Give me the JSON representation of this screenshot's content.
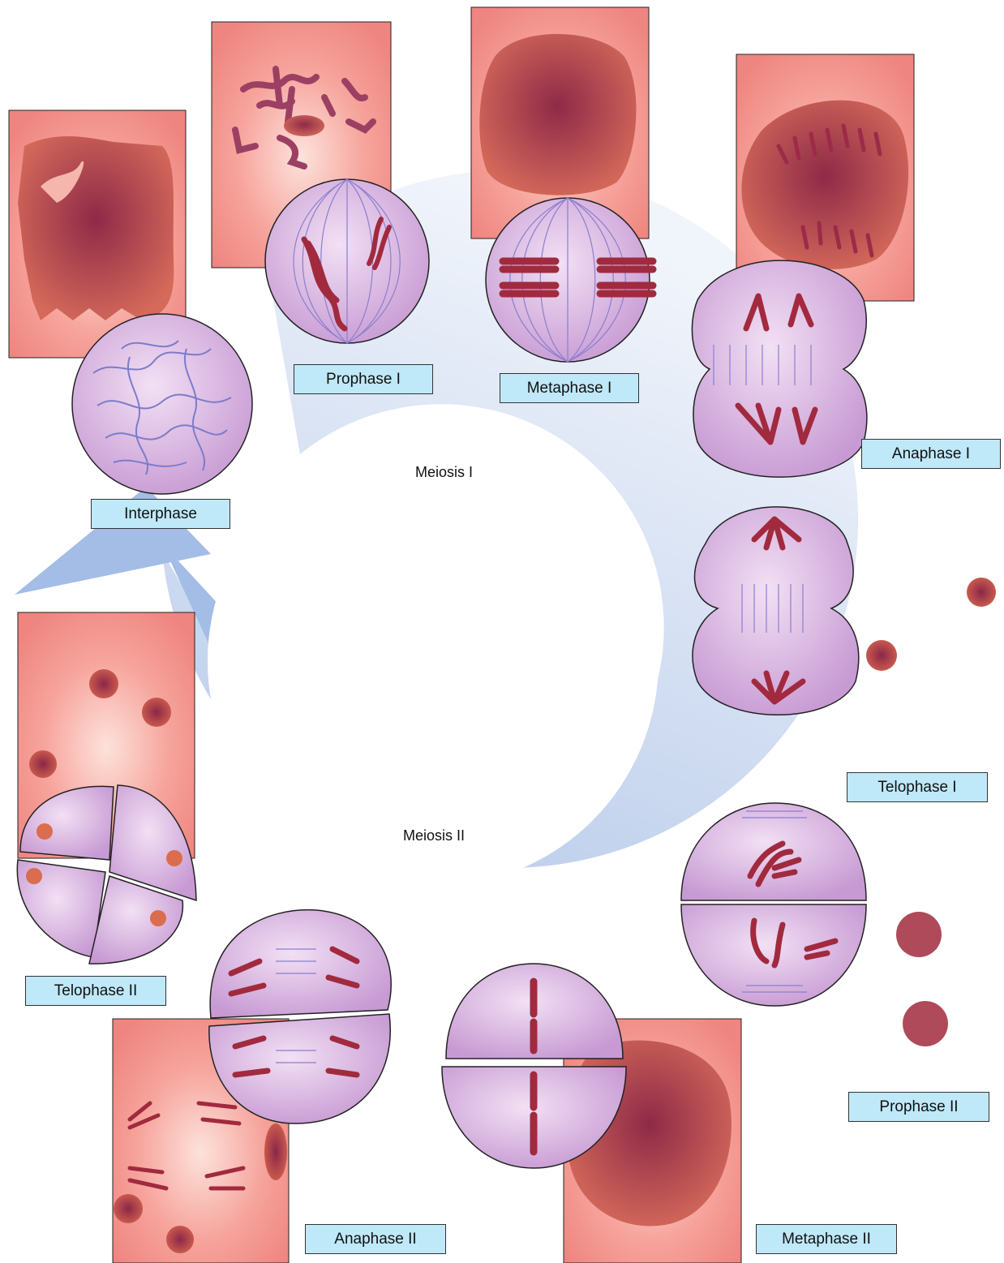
{
  "cycle": {
    "meiosis1": "Meiosis I",
    "meiosis2": "Meiosis II"
  },
  "stages": [
    {
      "key": "interphase",
      "label": "Interphase"
    },
    {
      "key": "prophase1",
      "label": "Prophase I"
    },
    {
      "key": "metaphase1",
      "label": "Metaphase I"
    },
    {
      "key": "anaphase1",
      "label": "Anaphase I"
    },
    {
      "key": "telophase1",
      "label": "Telophase I"
    },
    {
      "key": "prophase2",
      "label": "Prophase II"
    },
    {
      "key": "metaphase2",
      "label": "Metaphase II"
    },
    {
      "key": "anaphase2",
      "label": "Anaphase II"
    },
    {
      "key": "telophase2",
      "label": "Telophase II"
    }
  ],
  "colors": {
    "photo_bg": "#f28c86",
    "cell_fill": "#d9aee0",
    "chromosome": "#a12a3e",
    "spindle": "#8a7fd0",
    "label_bg": "#bfe8f8",
    "cycle_arrow": "#c5d5ef"
  }
}
